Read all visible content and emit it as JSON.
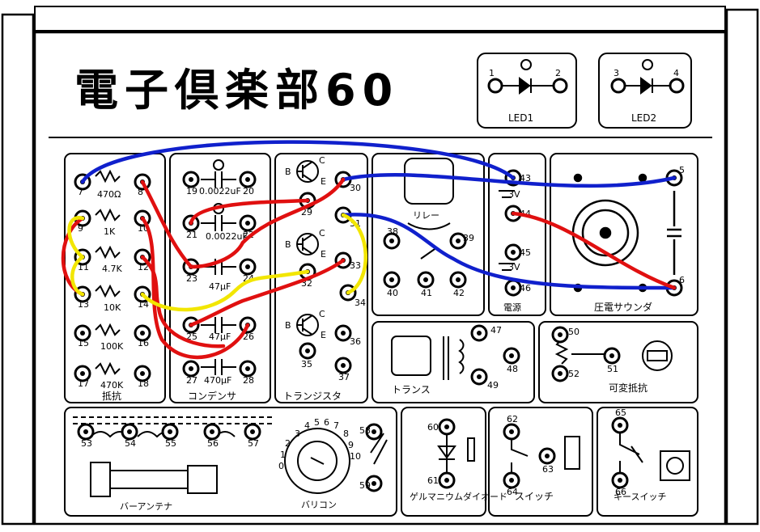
{
  "title": "電子倶楽部60",
  "led_boxes": [
    {
      "label": "LED1",
      "pins": [
        "1",
        "2"
      ]
    },
    {
      "label": "LED2",
      "pins": [
        "3",
        "4"
      ]
    }
  ],
  "sections": {
    "resistor": "抵抗",
    "capacitor": "コンデンサ",
    "transistor": "トランジスタ",
    "relay": "リレー",
    "battery": "電源",
    "buzzer": "圧電サウンダ",
    "transformer": "トランス",
    "variable_resistor": "可変抵抗",
    "bar_antenna": "バーアンテナ",
    "varicon": "バリコン",
    "diode": "ゲルマニウムダイオード",
    "switch": "スイッチ",
    "key_switch": "キースイッチ"
  },
  "resistor_values": [
    "470Ω",
    "1K",
    "4.7K",
    "10K",
    "100K",
    "470K"
  ],
  "capacitor_values": [
    "0.0022uF",
    "0.0022uF",
    "47μF",
    "47μF",
    "470μF"
  ],
  "battery_values": [
    "3V",
    "3V"
  ],
  "transistor_pins": [
    "B",
    "C",
    "E"
  ],
  "terminals": [
    "5",
    "6",
    "7",
    "8",
    "9",
    "10",
    "11",
    "12",
    "13",
    "14",
    "15",
    "16",
    "17",
    "18",
    "19",
    "20",
    "21",
    "22",
    "23",
    "24",
    "25",
    "26",
    "27",
    "28",
    "29",
    "30",
    "31",
    "32",
    "33",
    "34",
    "35",
    "36",
    "37",
    "38",
    "39",
    "40",
    "41",
    "42",
    "43",
    "44",
    "45",
    "46",
    "47",
    "48",
    "49",
    "50",
    "51",
    "52",
    "53",
    "54",
    "55",
    "56",
    "57",
    "58",
    "59",
    "60",
    "61",
    "62",
    "63",
    "64",
    "65",
    "66"
  ],
  "varicon_scale": [
    "0",
    "1",
    "2",
    "3",
    "4",
    "5",
    "6",
    "7",
    "8",
    "9",
    "10"
  ],
  "wire_colors": {
    "blue": "#1020cc",
    "red": "#e01010",
    "yellow": "#f2e600"
  }
}
